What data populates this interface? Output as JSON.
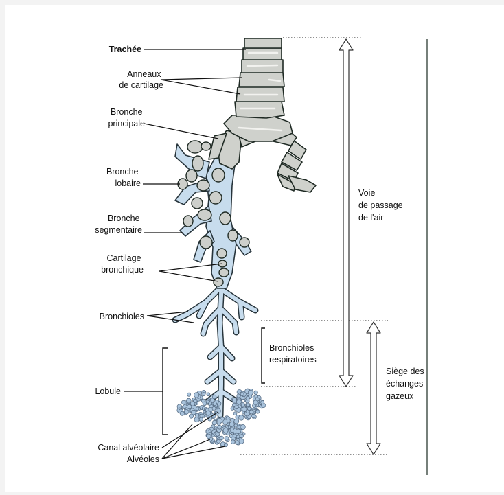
{
  "diagram": {
    "labels": {
      "trachee": "Trachée",
      "anneaux": [
        "Anneaux",
        "de cartilage"
      ],
      "bronche_principale": [
        "Bronche",
        "principale"
      ],
      "bronche_lobaire": [
        "Bronche",
        "lobaire"
      ],
      "bronche_segmentaire": [
        "Bronche",
        "segmentaire"
      ],
      "cartilage_bronchique": [
        "Cartilage",
        "bronchique"
      ],
      "bronchioles": "Bronchioles",
      "bronchioles_respiratoires": [
        "Bronchioles",
        "respiratoires"
      ],
      "lobule": "Lobule",
      "canal_alveolaire": "Canal alvéolaire",
      "alveoles": "Alvéoles",
      "voie_passage_air": [
        "Voie",
        "de passage",
        "de l'air"
      ],
      "siege_echanges": [
        "Siège des",
        "échanges",
        "gazeux"
      ]
    },
    "colors": {
      "cartilage": "#cfd1cc",
      "airway": "#c7dced",
      "alveoli": "#aac4dd",
      "outline": "#1f2a24"
    }
  }
}
